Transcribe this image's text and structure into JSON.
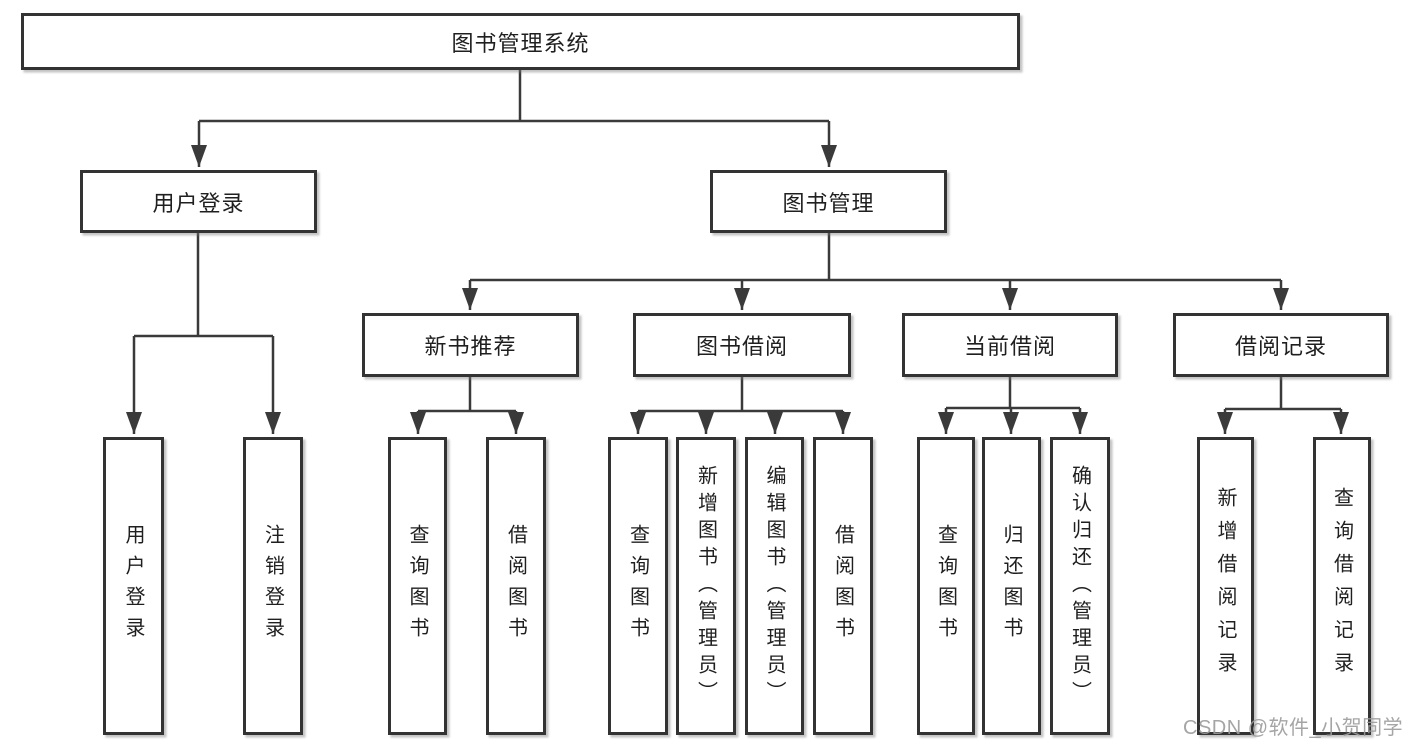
{
  "tree": {
    "label": "图书管理系统",
    "children": [
      {
        "label": "用户登录",
        "children": [
          {
            "label": "用户登录"
          },
          {
            "label": "注销登录"
          }
        ]
      },
      {
        "label": "图书管理",
        "children": [
          {
            "label": "新书推荐",
            "children": [
              {
                "label": "查询图书"
              },
              {
                "label": "借阅图书"
              }
            ]
          },
          {
            "label": "图书借阅",
            "children": [
              {
                "label": "查询图书"
              },
              {
                "label": "新增图书（管理员）"
              },
              {
                "label": "编辑图书（管理员）"
              },
              {
                "label": "借阅图书"
              }
            ]
          },
          {
            "label": "当前借阅",
            "children": [
              {
                "label": "查询图书"
              },
              {
                "label": "归还图书"
              },
              {
                "label": "确认归还（管理员）"
              }
            ]
          },
          {
            "label": "借阅记录",
            "children": [
              {
                "label": "新增借阅记录"
              },
              {
                "label": "查询借阅记录"
              }
            ]
          }
        ]
      }
    ]
  },
  "watermark": {
    "text": "CSDN @软件_小贺同学",
    "color": "#9c9c9c"
  },
  "colors": {
    "line": "#3a3a3a",
    "box_border": "#333333",
    "box_background": "#ffffff",
    "text": "#1f1f1f"
  }
}
